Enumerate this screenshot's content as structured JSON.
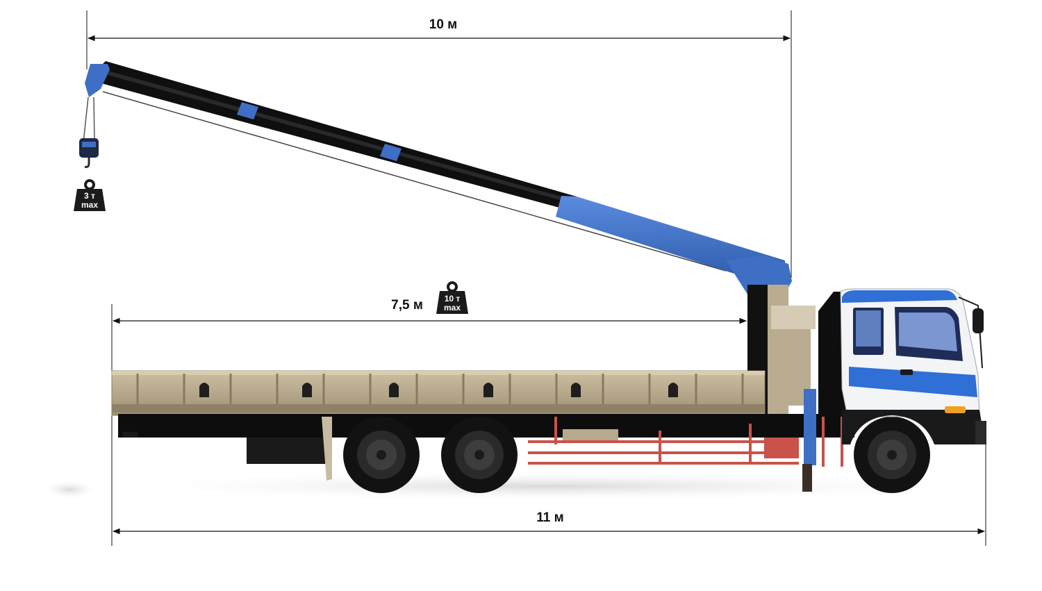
{
  "dimensions": {
    "boom_reach": "10 м",
    "deck_length": "7,5 м",
    "overall_length": "11 м"
  },
  "weights": {
    "hook": {
      "value": "3 т",
      "unit": "max"
    },
    "deck": {
      "value": "10 т",
      "unit": "max"
    }
  },
  "colors": {
    "boom_blue": "#3f6fc4",
    "boom_black": "#111111",
    "deck": "#b8a98a",
    "cab_white": "#f2f4f6",
    "cab_stripe": "#2f6fd6",
    "frame_red": "#c9524a",
    "dimension_line": "#111111"
  }
}
